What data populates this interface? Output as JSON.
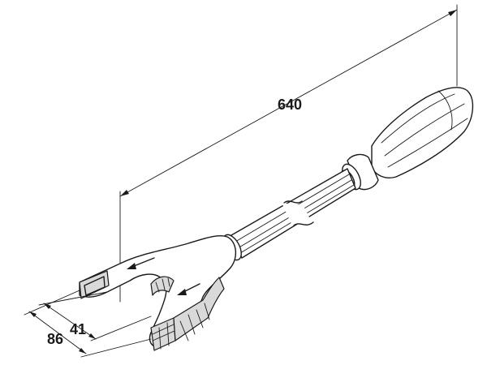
{
  "drawing": {
    "dimensions": {
      "overall_length": "640",
      "outer_width": "86",
      "jaw_opening": "41"
    },
    "colors": {
      "line": "#1a1a1a",
      "background": "#ffffff",
      "shading": "#d9d9d9"
    }
  }
}
